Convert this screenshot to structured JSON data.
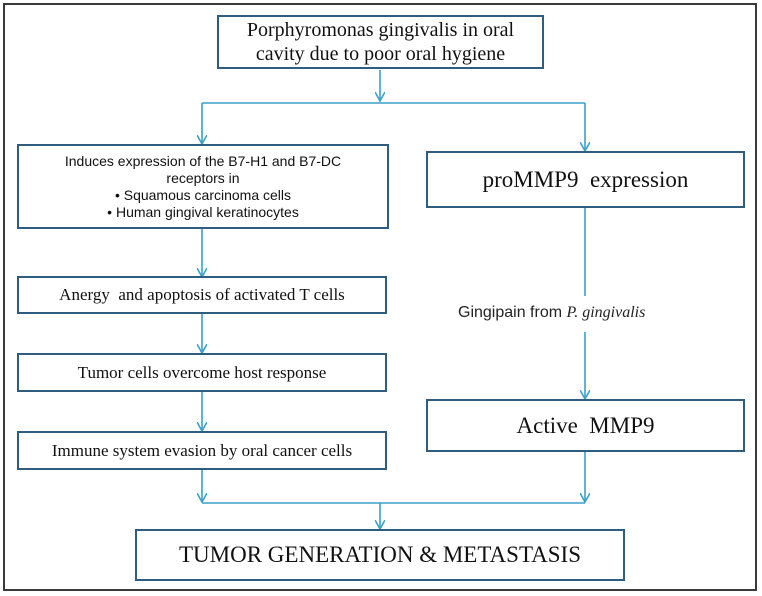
{
  "top": {
    "line1": "Porphyromonas gingivalis in oral",
    "line2": "cavity due to poor oral hygiene"
  },
  "left": {
    "induces": {
      "line1": "Induces expression of the B7-H1 and B7-DC",
      "line2": "receptors in",
      "bullets": [
        "Squamous carcinoma cells",
        "Human gingival keratinocytes"
      ]
    },
    "anergy": "Anergy  and apoptosis of activated T cells",
    "tumor_cells": "Tumor cells overcome host response",
    "immune": "Immune system evasion by oral cancer cells"
  },
  "right": {
    "prommp9": "proMMP9  expression",
    "gingipain_prefix": "Gingipain from ",
    "gingipain_italic": "P. gingivalis",
    "active": "Active  MMP9"
  },
  "bottom": {
    "result": "TUMOR GENERATION & METASTASIS"
  },
  "colors": {
    "arrow": "#3aa0c8",
    "box_border": "#2f5d7f"
  }
}
